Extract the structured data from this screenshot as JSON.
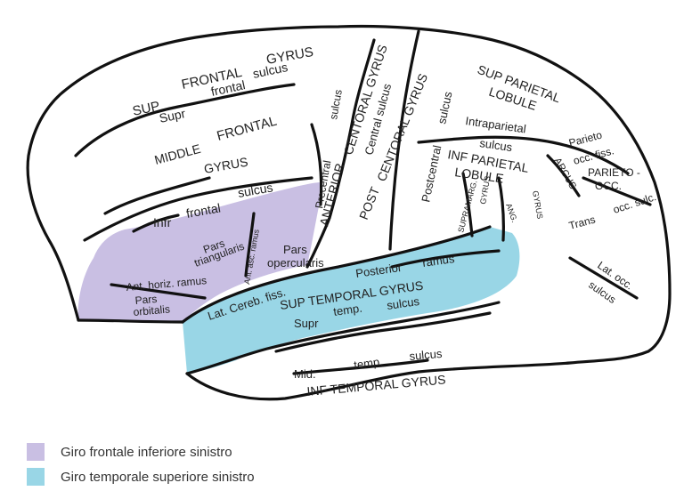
{
  "colors": {
    "frontal": "#c9bfe3",
    "temporal": "#99d6e6",
    "outline": "#111111"
  },
  "labels": {
    "sup": "SUP",
    "frontal_top": "FRONTAL",
    "gyrus_top": "GYRUS",
    "supr": "Supr",
    "frontal_mid": "frontal",
    "sulcus_top": "sulcus",
    "middle": "MIDDLE",
    "frontal_middle": "FRONTAL",
    "gyrus_middle": "GYRUS",
    "infr": "Infr",
    "frontal_infr": "frontal",
    "sulcus_infr": "sulcus",
    "precentral": "Precentral",
    "sulcus_pre": "sulcus",
    "anterior": "ANTERIOR",
    "centoral_gyrus_1": "CENTORAL GYRUS",
    "central_sulcus": "Central sulcus",
    "post": "POST",
    "centoral_gyrus_2": "CENTORAL GYRUS",
    "postcentral": "Postcentral",
    "sulcus_post": "sulcus",
    "sup_parietal": "SUP PARIETAL",
    "lobule_1": "LOBULE",
    "intraparietal": "Intraparietal",
    "sulcus_intra": "sulcus",
    "inf_parietal": "INF PARIETAL",
    "lobule_2": "LOBULE",
    "parieto": "Parieto",
    "occ_fiss": "occ. fiss.",
    "arcus": "ARCUS",
    "parieto_occ": "PARIETO -",
    "occ": "OCC.",
    "trans": "Trans",
    "occ_sulc": "occ. sulc.",
    "supramarg": "SUPRAMARG.",
    "gyrus_supra": "GYRUS",
    "ang": "ANG.",
    "gyrus_ang": "GYRUS",
    "pars_triangularis_1": "Pars",
    "pars_triangularis_2": "triangularis",
    "ant_asc_ramus": "Ant. asc. ramus",
    "pars_opercularis_1": "Pars",
    "pars_opercularis_2": "opercularis",
    "ant_horiz_ramus": "Ant. horiz. ramus",
    "pars_orbitalis_1": "Pars",
    "pars_orbitalis_2": "orbitalis",
    "posterior": "Posterior",
    "ramus": "ramus",
    "lat_cereb_fiss": "Lat. Cereb. fiss.",
    "sup_temporal_gyrus": "SUP TEMPORAL GYRUS",
    "supr_temp": "Supr",
    "temp": "temp.",
    "sulcus_temp": "sulcus",
    "lat_occ": "Lat. occ.",
    "sulcus_occ": "sulcus",
    "mid": "Mid.",
    "temp_mid": "temp.",
    "sulcus_mid": "sulcus",
    "inf_temporal_gyrus": "INF TEMPORAL GYRUS"
  },
  "legend": {
    "items": [
      {
        "label": "Giro frontale inferiore sinistro",
        "color": "#c9bfe3"
      },
      {
        "label": "Giro temporale superiore sinistro",
        "color": "#99d6e6"
      }
    ]
  }
}
